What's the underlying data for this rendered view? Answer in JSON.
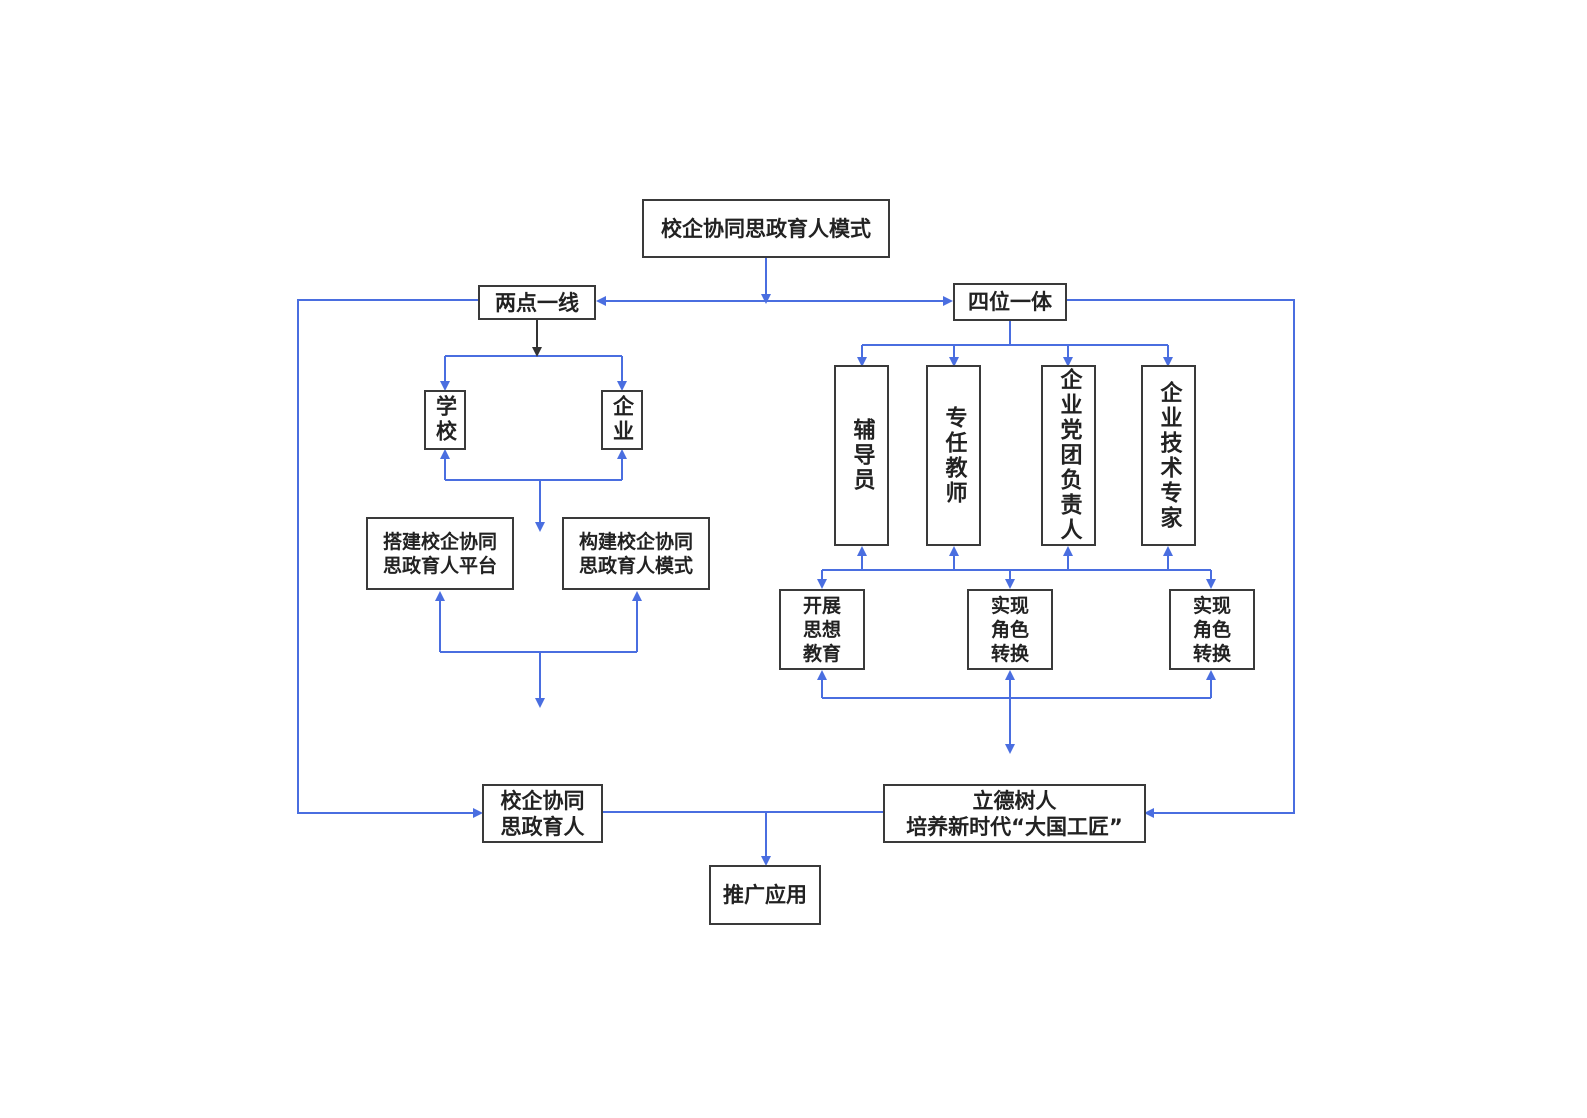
{
  "diagram": {
    "top": "校企协同思政育人模式",
    "left_branch": {
      "title": "两点一线",
      "nodes": [
        "学校",
        "企业"
      ],
      "actions": [
        [
          "搭建校企协同",
          "思政育人平台"
        ],
        [
          "构建校企协同",
          "思政育人模式"
        ]
      ]
    },
    "right_branch": {
      "title": "四位一体",
      "roles": [
        "辅导员",
        "专任教师",
        "企业党团负责人",
        "企业技术专家"
      ],
      "outcomes": [
        [
          "开展",
          "思想",
          "教育"
        ],
        [
          "实现",
          "角色",
          "转换"
        ],
        [
          "实现",
          "角色",
          "转换"
        ]
      ]
    },
    "bottom_left": [
      "校企协同",
      "思政育人"
    ],
    "bottom_right": [
      "立德树人",
      "培养新时代“大国工匠”"
    ],
    "final": "推广应用",
    "colors": {
      "arrow": "#4a6ee0",
      "dark_arrow": "#333333",
      "box_border": "#3a3a3a"
    }
  }
}
